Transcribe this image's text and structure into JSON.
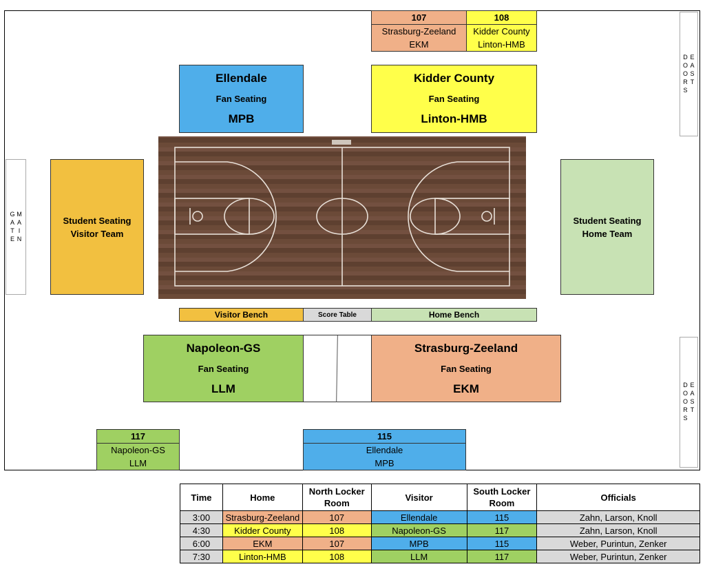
{
  "lockers_top": [
    {
      "number": "107",
      "line1": "Strasburg-Zeeland",
      "line2": "EKM",
      "color": "#f0b088"
    },
    {
      "number": "108",
      "line1": "Kidder County",
      "line2": "Linton-HMB",
      "color": "#ffff4a"
    }
  ],
  "lockers_bottom": [
    {
      "number": "117",
      "line1": "Napoleon-GS",
      "line2": "LLM",
      "color": "#9fd062"
    },
    {
      "number": "115",
      "line1": "Ellendale",
      "line2": "MPB",
      "color": "#4faeea"
    }
  ],
  "fan_sections": {
    "top_left": {
      "title": "Ellendale",
      "subtitle": "Fan Seating",
      "team": "MPB",
      "color": "#4faeea"
    },
    "top_right": {
      "title": "Kidder County",
      "subtitle": "Fan Seating",
      "team": "Linton-HMB",
      "color": "#ffff4a"
    },
    "bottom_left": {
      "title": "Napoleon-GS",
      "subtitle": "Fan Seating",
      "team": "LLM",
      "color": "#9fd062"
    },
    "bottom_right": {
      "title": "Strasburg-Zeeland",
      "subtitle": "Fan Seating",
      "team": "EKM",
      "color": "#f0b088"
    }
  },
  "student_seating": {
    "visitor": {
      "line1": "Student Seating",
      "line2": "Visitor Team",
      "color": "#f2c040"
    },
    "home": {
      "line1": "Student Seating",
      "line2": "Home Team",
      "color": "#c8e2b4"
    }
  },
  "benches": {
    "visitor": "Visitor Bench",
    "score_table": "Score Table",
    "home": "Home Bench"
  },
  "doors": {
    "main_gate": "MAIN\nGATE",
    "east_doors_top": "EAST\nDOORS",
    "east_doors_bottom": "EAST\nDOORS"
  },
  "schedule": {
    "headers": [
      "Time",
      "Home",
      "North Locker Room",
      "Visitor",
      "South Locker Room",
      "Officials"
    ],
    "rows": [
      {
        "time": "3:00",
        "home": "Strasburg-Zeeland",
        "north": "107",
        "visitor": "Ellendale",
        "south": "115",
        "officials": "Zahn, Larson, Knoll"
      },
      {
        "time": "4:30",
        "home": "Kidder County",
        "north": "108",
        "visitor": "Napoleon-GS",
        "south": "117",
        "officials": "Zahn, Larson, Knoll"
      },
      {
        "time": "6:00",
        "home": "EKM",
        "north": "107",
        "visitor": "MPB",
        "south": "115",
        "officials": "Weber, Purintun, Zenker"
      },
      {
        "time": "7:30",
        "home": "Linton-HMB",
        "north": "108",
        "visitor": "LLM",
        "south": "117",
        "officials": "Weber, Purintun, Zenker"
      }
    ]
  },
  "colors": {
    "orange": "#f0b088",
    "yellow": "#ffff4a",
    "blue": "#4faeea",
    "green": "#9fd062",
    "grey": "#d9d9d9"
  }
}
